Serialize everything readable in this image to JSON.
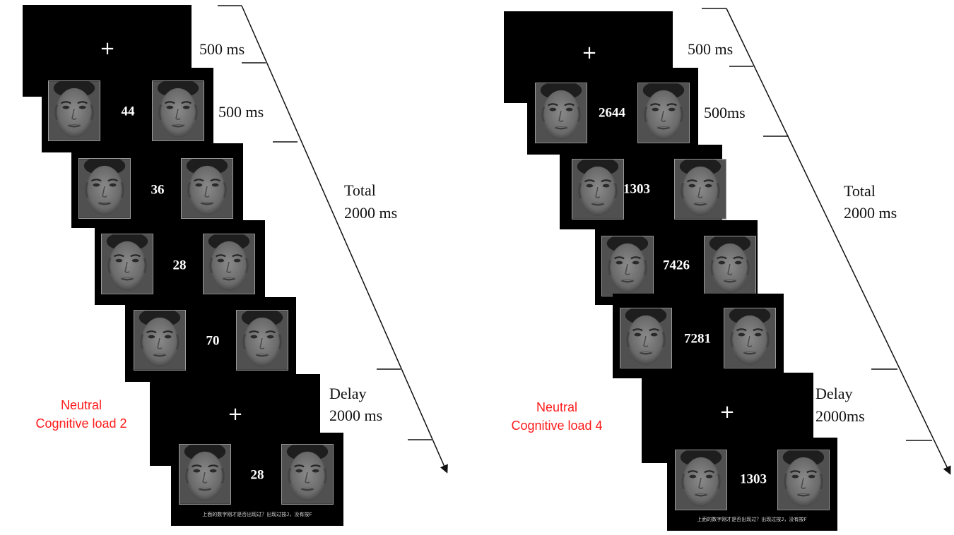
{
  "colors": {
    "screen": "#000000",
    "condition_text": "#ff1a1a",
    "timeline": "#111111"
  },
  "symbols": {
    "fixation": "+"
  },
  "panels": [
    {
      "condition_label": [
        "Neutral",
        "Cognitive load 2"
      ],
      "stimuli": [
        "44",
        "36",
        "28",
        "70"
      ],
      "probe": "28",
      "prompt": "上面的数字刚才是否出现过？出现过按J，没有按F",
      "labels": {
        "fixation_duration": "500 ms",
        "stimulus_duration": "500 ms",
        "total_line1": "Total",
        "total_line2": "2000 ms",
        "delay_line1": "Delay",
        "delay_line2": "2000 ms"
      }
    },
    {
      "condition_label": [
        "Neutral",
        "Cognitive load 4"
      ],
      "stimuli": [
        "2644",
        "1303",
        "7426",
        "7281"
      ],
      "probe": "1303",
      "prompt": "上面的数字刚才是否出现过？出现过按J，没有按F",
      "labels": {
        "fixation_duration": "500 ms",
        "stimulus_duration": "500ms",
        "total_line1": "Total",
        "total_line2": "2000 ms",
        "delay_line1": "Delay",
        "delay_line2": "2000ms"
      }
    }
  ]
}
